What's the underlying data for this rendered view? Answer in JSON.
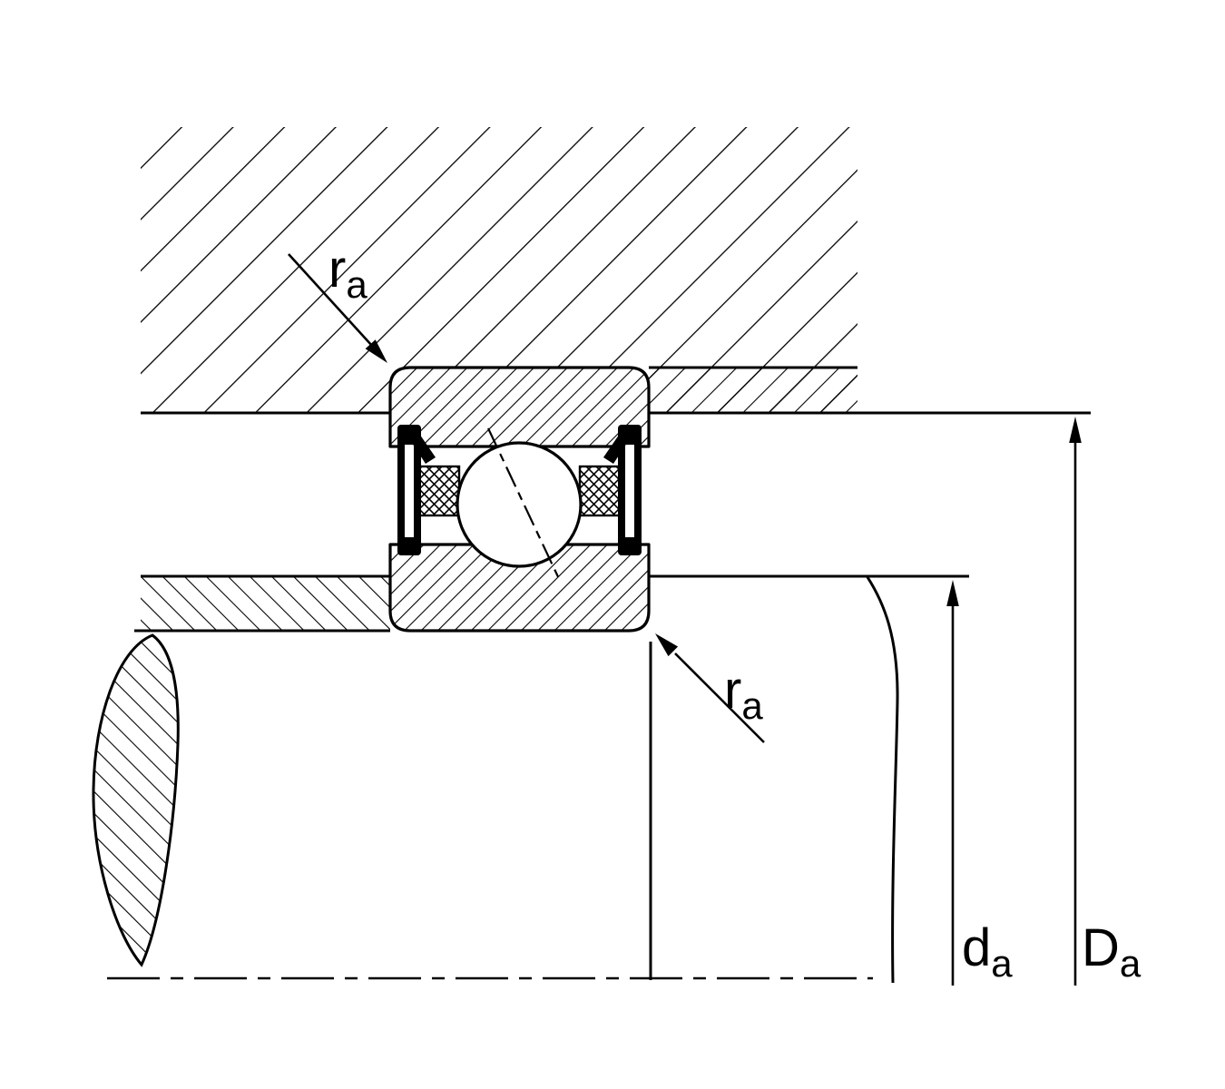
{
  "diagram": {
    "background": "#ffffff",
    "line_color": "#000000",
    "labels": {
      "ra_top": {
        "base": "r",
        "sub": "a"
      },
      "ra_bottom": {
        "base": "r",
        "sub": "a"
      },
      "da": {
        "base": "d",
        "sub": "a"
      },
      "Da": {
        "base": "D",
        "sub": "a"
      }
    }
  }
}
